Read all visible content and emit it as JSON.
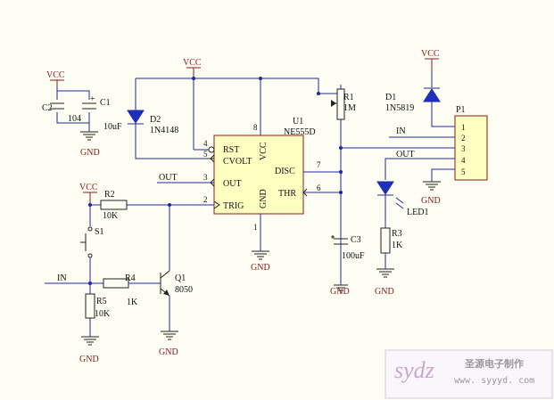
{
  "power": {
    "vcc": "VCC",
    "gnd": "GND"
  },
  "nets": {
    "out": "OUT",
    "in": "IN"
  },
  "u1": {
    "designator": "U1",
    "part": "NE555D",
    "pins": {
      "rst": "RST",
      "cvolt": "CVOLT",
      "out": "OUT",
      "trig": "TRIG",
      "vcc": "VCC",
      "gnd": "GND",
      "disc": "DISC",
      "thr": "THR"
    },
    "pin_numbers": {
      "p4": "4",
      "p5": "5",
      "p3": "3",
      "p2": "2",
      "p8": "8",
      "p1": "1",
      "p7": "7",
      "p6": "6"
    }
  },
  "components": {
    "c1": {
      "ref": "C1",
      "value": "10uF"
    },
    "c2": {
      "ref": "C2",
      "value": "104"
    },
    "d2": {
      "ref": "D2",
      "value": "1N4148"
    },
    "r1": {
      "ref": "R1",
      "value": "1M"
    },
    "d1": {
      "ref": "D1",
      "value": "1N5819"
    },
    "p1": {
      "ref": "P1",
      "pins": [
        "1",
        "2",
        "3",
        "4",
        "5"
      ]
    },
    "r2": {
      "ref": "R2",
      "value": "10K"
    },
    "s1": {
      "ref": "S1"
    },
    "r4": {
      "ref": "R4",
      "value": "1K"
    },
    "r5": {
      "ref": "R5",
      "value": "10K"
    },
    "q1": {
      "ref": "Q1",
      "value": "8050"
    },
    "c3": {
      "ref": "C3",
      "value": "100uF"
    },
    "led1": {
      "ref": "LED1"
    },
    "r3": {
      "ref": "R3",
      "value": "1K"
    }
  },
  "watermark": {
    "logo": "sydz",
    "name": "圣源电子制作",
    "url": "www. syyyd. com"
  }
}
